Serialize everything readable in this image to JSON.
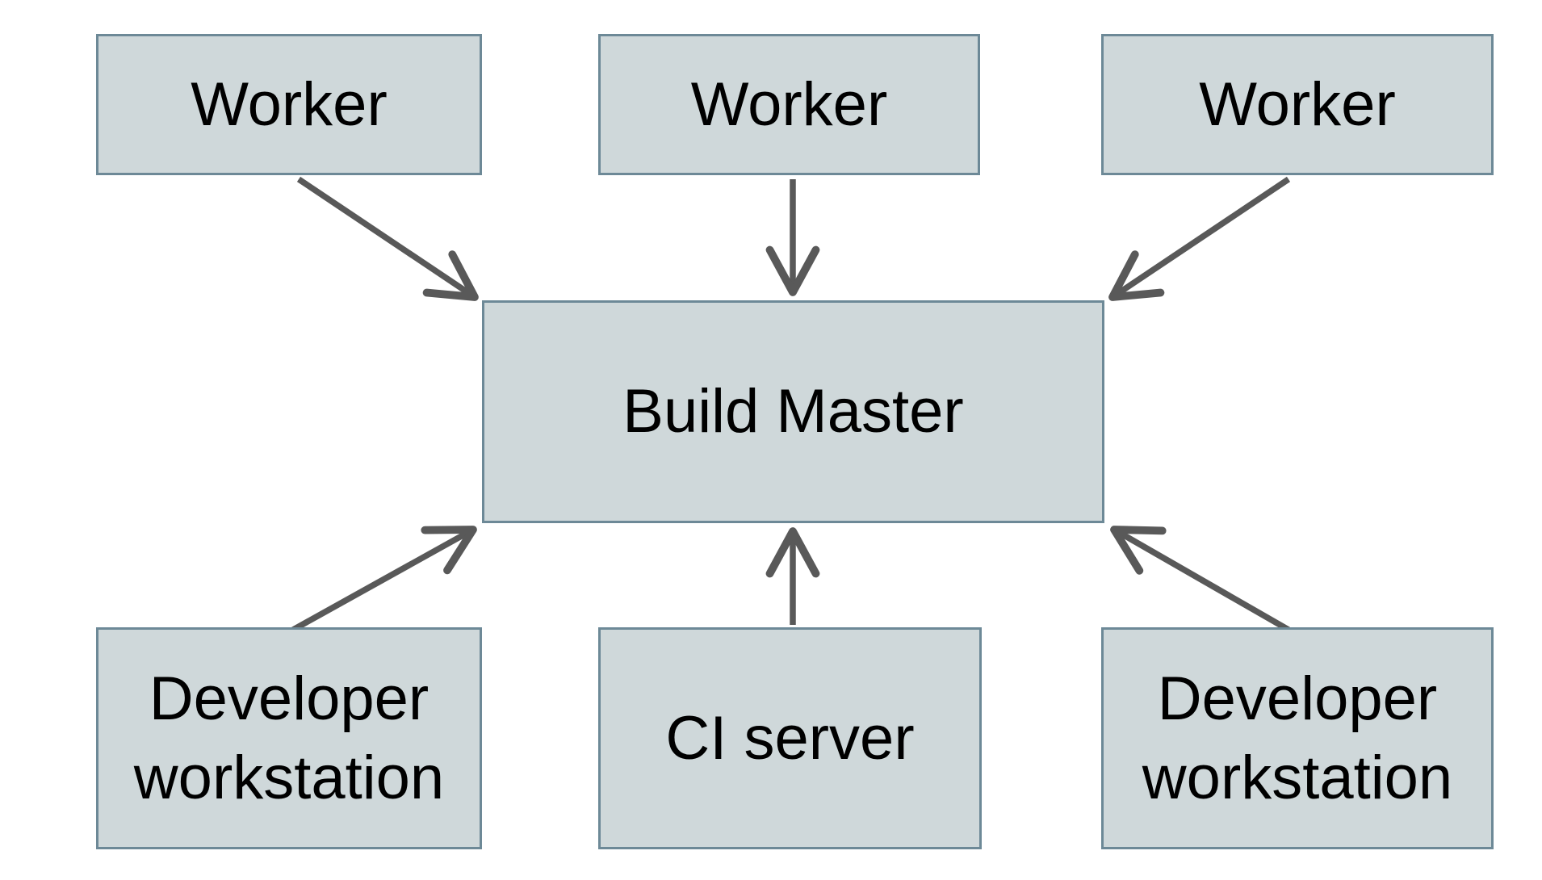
{
  "diagram": {
    "type": "architecture-diagram",
    "nodes": {
      "worker1": {
        "label": "Worker"
      },
      "worker2": {
        "label": "Worker"
      },
      "worker3": {
        "label": "Worker"
      },
      "build_master": {
        "label": "Build Master"
      },
      "dev_workstation_left": {
        "label": "Developer workstation"
      },
      "ci_server": {
        "label": "CI server"
      },
      "dev_workstation_right": {
        "label": "Developer workstation"
      }
    },
    "edges": [
      {
        "from": "worker1",
        "to": "build_master"
      },
      {
        "from": "worker2",
        "to": "build_master"
      },
      {
        "from": "worker3",
        "to": "build_master"
      },
      {
        "from": "dev_workstation_left",
        "to": "build_master"
      },
      {
        "from": "ci_server",
        "to": "build_master"
      },
      {
        "from": "dev_workstation_right",
        "to": "build_master"
      }
    ],
    "colors": {
      "node_fill": "#cfd8da",
      "node_border": "#6d8997",
      "arrow": "#595959",
      "text": "#000000",
      "background": "#ffffff"
    }
  }
}
